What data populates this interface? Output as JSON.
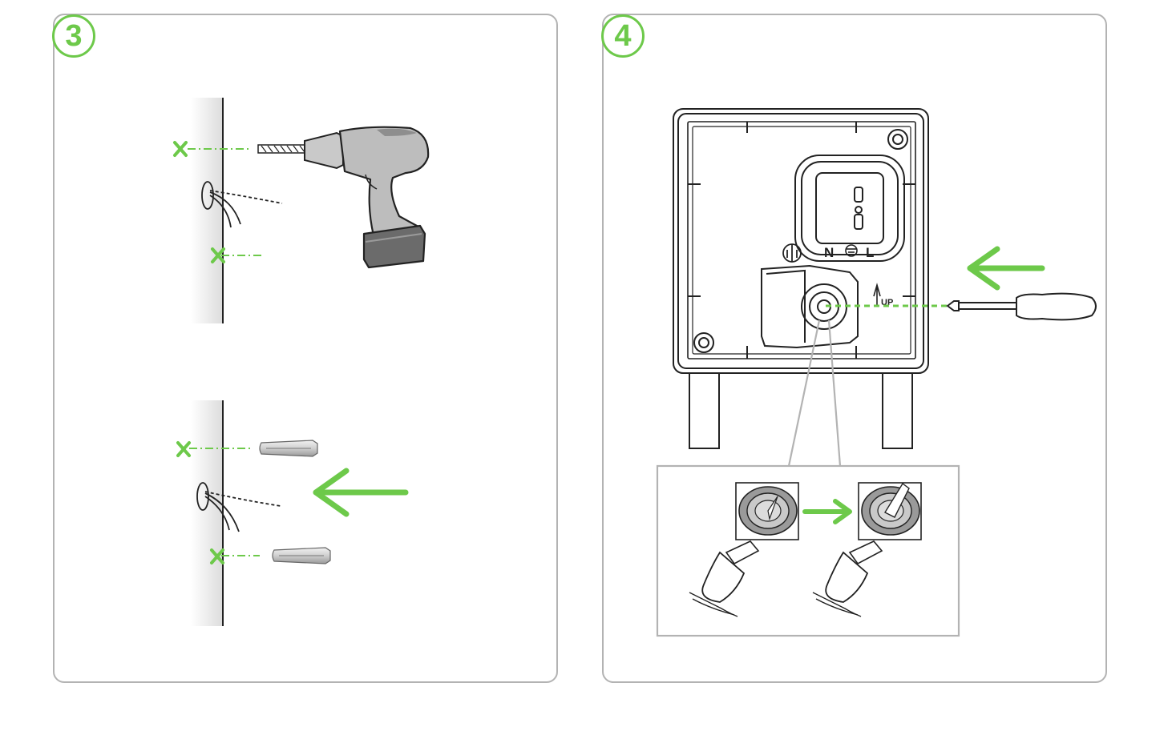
{
  "steps": [
    {
      "number": "3"
    },
    {
      "number": "4"
    }
  ],
  "device_labels": {
    "neutral": "N",
    "line": "L",
    "orientation": "UP"
  },
  "colors": {
    "accent_green": "#6dc94a",
    "panel_border": "#b3b3b3",
    "line_art": "#222222",
    "wall_fill": "#e6e6e6",
    "drill_body": "#b9b9b9",
    "drill_battery": "#6a6a6a"
  },
  "icons": [
    "drill-icon",
    "wall-plug-icon",
    "screwdriver-icon",
    "arrow-left-icon",
    "arrow-right-icon",
    "earth-symbol-icon"
  ]
}
